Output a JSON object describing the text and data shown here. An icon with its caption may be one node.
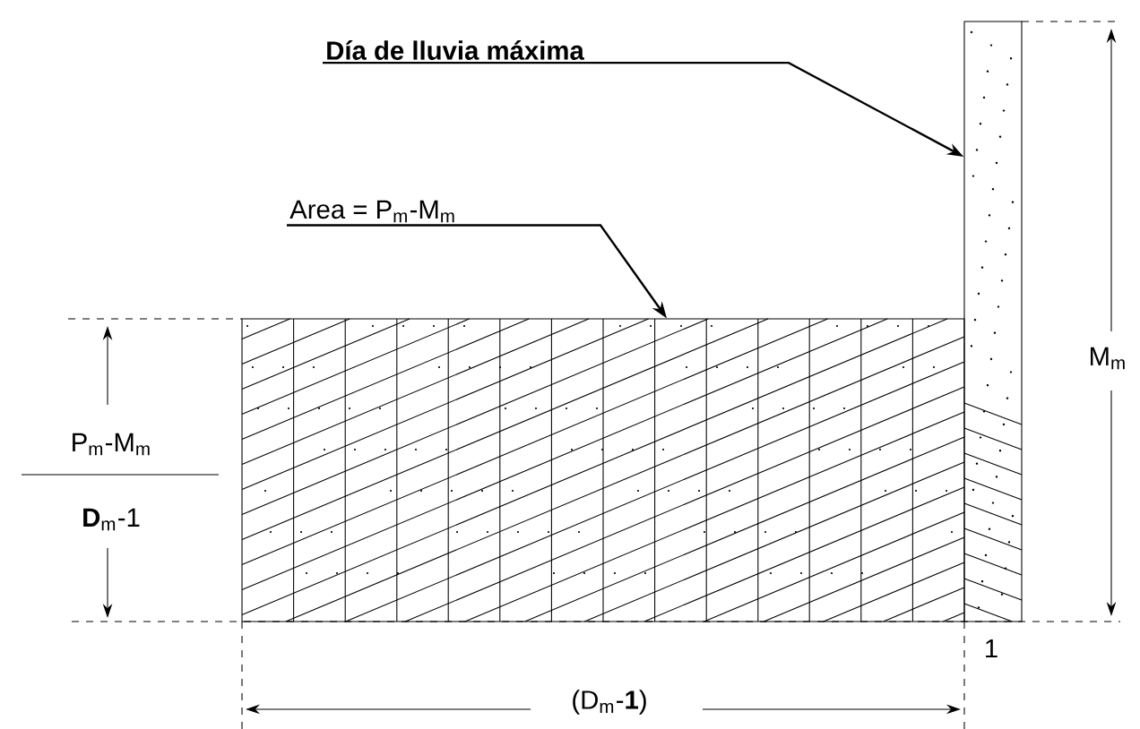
{
  "diagram": {
    "nodes": [
      {
        "text": [
          "Día de lluvia máxima"
        ]
      },
      {
        "text": [],
        "shape": "box"
      },
      {
        "text": [
          "Area = P$_{m}$-M$_{m}$"
        ]
      },
      {
        "text": [],
        "shape": "box"
      }
    ],
    "edges": [
      {
        "from": 0,
        "to": 3,
        "arrow": "to"
      },
      {
        "from": 2,
        "to": 1,
        "arrow": "to"
      }
    ],
    "labels": [
      "M$_{m}$",
      "P$_{m}$-M$_{m}$",
      "**D**$_{m}$-1",
      "1",
      "(D$_{m}$-**1**)"
    ]
  }
}
